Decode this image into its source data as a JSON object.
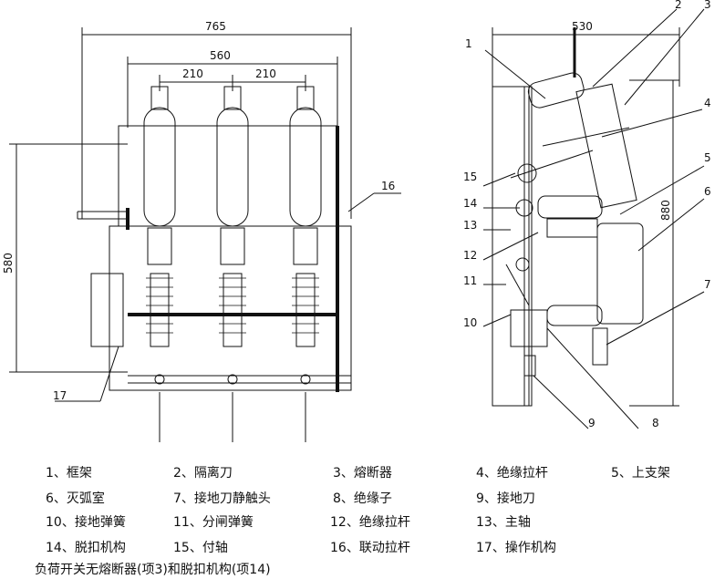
{
  "dimensions": {
    "overall_width": "765",
    "rail_width": "560",
    "pitch_left": "210",
    "pitch_right": "210",
    "height_left": "580",
    "side_width": "530",
    "side_height": "880"
  },
  "callouts": [
    "1",
    "2",
    "3",
    "4",
    "5",
    "6",
    "7",
    "8",
    "9",
    "10",
    "11",
    "12",
    "13",
    "14",
    "15",
    "16",
    "17"
  ],
  "legend": [
    {
      "label": "1、框架"
    },
    {
      "label": "2、隔离刀"
    },
    {
      "label": "3、熔断器"
    },
    {
      "label": "4、绝缘拉杆"
    },
    {
      "label": "5、上支架"
    },
    {
      "label": "6、灭弧室"
    },
    {
      "label": "7、接地刀静触头"
    },
    {
      "label": "8、绝缘子"
    },
    {
      "label": "9、接地刀"
    },
    {
      "label": "10、接地弹簧"
    },
    {
      "label": "11、分闸弹簧"
    },
    {
      "label": "12、绝缘拉杆"
    },
    {
      "label": "13、主轴"
    },
    {
      "label": "14、脱扣机构"
    },
    {
      "label": "15、付轴"
    },
    {
      "label": "16、联动拉杆"
    },
    {
      "label": "17、操作机构"
    }
  ],
  "caption": "负荷开关无熔断器(项3)和脱扣机构(项14)"
}
